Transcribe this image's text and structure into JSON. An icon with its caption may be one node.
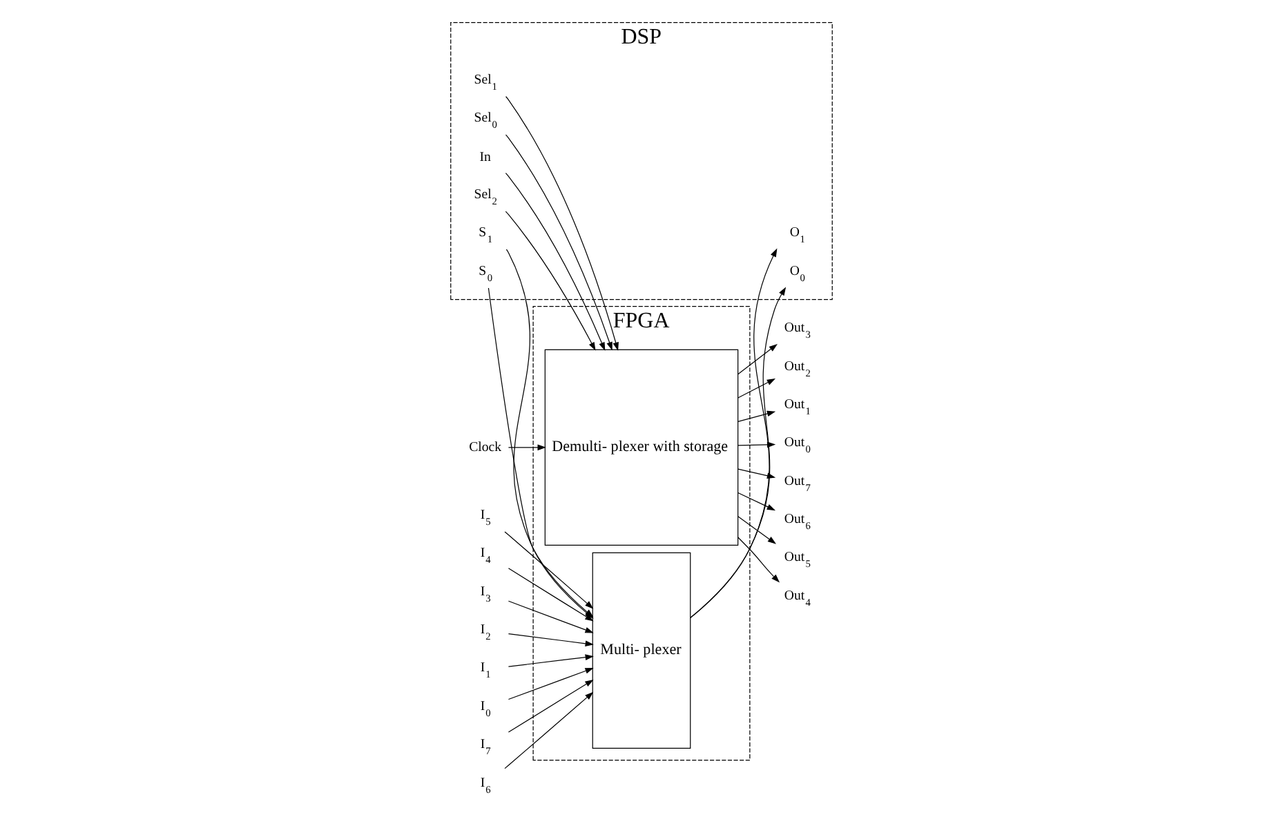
{
  "diagram": {
    "nodes": [
      {
        "text": [
          "Clock"
        ]
      },
      {
        "text": [
          "FPGA"
        ]
      },
      {
        "text": [
          "Multi- plexer"
        ],
        "in": 1
      },
      {
        "text": [
          "Demulti- plexer with storage"
        ],
        "in": 1
      },
      {
        "text": [
          "I$_{7}$"
        ]
      },
      {
        "text": [
          "I$_{6}$"
        ]
      },
      {
        "text": [
          "I$_{5}$"
        ]
      },
      {
        "text": [
          "I$_{4}$"
        ]
      },
      {
        "text": [
          "I$_{3}$"
        ]
      },
      {
        "text": [
          "I$_{2}$"
        ]
      },
      {
        "text": [
          "I$_{1}$"
        ]
      },
      {
        "text": [
          "I$_{0}$"
        ]
      },
      {
        "text": [
          "Out$_{7}$"
        ]
      },
      {
        "text": [
          "Out$_{6}$"
        ]
      },
      {
        "text": [
          "Out$_{5}$"
        ]
      },
      {
        "text": [
          "Out$_{4}$"
        ]
      },
      {
        "text": [
          "Out$_{3}$"
        ]
      },
      {
        "text": [
          "Out$_{2}$"
        ]
      },
      {
        "text": [
          "Out$_{1}$"
        ]
      },
      {
        "text": [
          "Out$_{0}$"
        ]
      },
      {
        "text": [
          "DSP"
        ]
      },
      {
        "text": [
          "S$_{1}$"
        ],
        "in": 20
      },
      {
        "text": [
          "S$_{0}$"
        ],
        "in": 20
      },
      {
        "text": [
          "O$_{1}$"
        ],
        "in": 20
      },
      {
        "text": [
          "O$_{0}$"
        ],
        "in": 20
      },
      {
        "text": [
          "In"
        ],
        "in": 20
      },
      {
        "text": [
          "Sel$_{2}$"
        ],
        "in": 20
      },
      {
        "text": [
          "Sel$_{1}$"
        ],
        "in": 20
      },
      {
        "text": [
          "Sel$_{0}$"
        ],
        "in": 20
      }
    ],
    "edges": [
      {
        "from": 0,
        "to": 3,
        "arrow": "to"
      },
      {
        "from": 4,
        "to": 2,
        "arrow": "to"
      },
      {
        "from": 5,
        "to": 2,
        "arrow": "to"
      },
      {
        "from": 6,
        "to": 2,
        "arrow": "to"
      },
      {
        "from": 7,
        "to": 2,
        "arrow": "to"
      },
      {
        "from": 8,
        "to": 2,
        "arrow": "to"
      },
      {
        "from": 9,
        "to": 2,
        "arrow": "to"
      },
      {
        "from": 10,
        "to": 2,
        "arrow": "to"
      },
      {
        "from": 11,
        "to": 2,
        "arrow": "to"
      },
      {
        "from": 3,
        "to": 12,
        "arrow": "to"
      },
      {
        "from": 3,
        "to": 13,
        "arrow": "to"
      },
      {
        "from": 3,
        "to": 14,
        "arrow": "to"
      },
      {
        "from": 3,
        "to": 15,
        "arrow": "to"
      },
      {
        "from": 3,
        "to": 16,
        "arrow": "to"
      },
      {
        "from": 3,
        "to": 17,
        "arrow": "to"
      },
      {
        "from": 3,
        "to": 18,
        "arrow": "to"
      },
      {
        "from": 3,
        "to": 19,
        "arrow": "to"
      },
      {
        "from": 21,
        "to": 2,
        "arrow": "to"
      },
      {
        "from": 22,
        "to": 2,
        "arrow": "to"
      },
      {
        "from": 2,
        "to": 23,
        "arrow": "to"
      },
      {
        "from": 2,
        "to": 24,
        "arrow": "to"
      },
      {
        "from": 25,
        "to": 3,
        "arrow": "to"
      },
      {
        "from": 26,
        "to": 3,
        "arrow": "to"
      },
      {
        "from": 27,
        "to": 3,
        "arrow": "to"
      },
      {
        "from": 28,
        "to": 3,
        "arrow": "to"
      }
    ]
  }
}
